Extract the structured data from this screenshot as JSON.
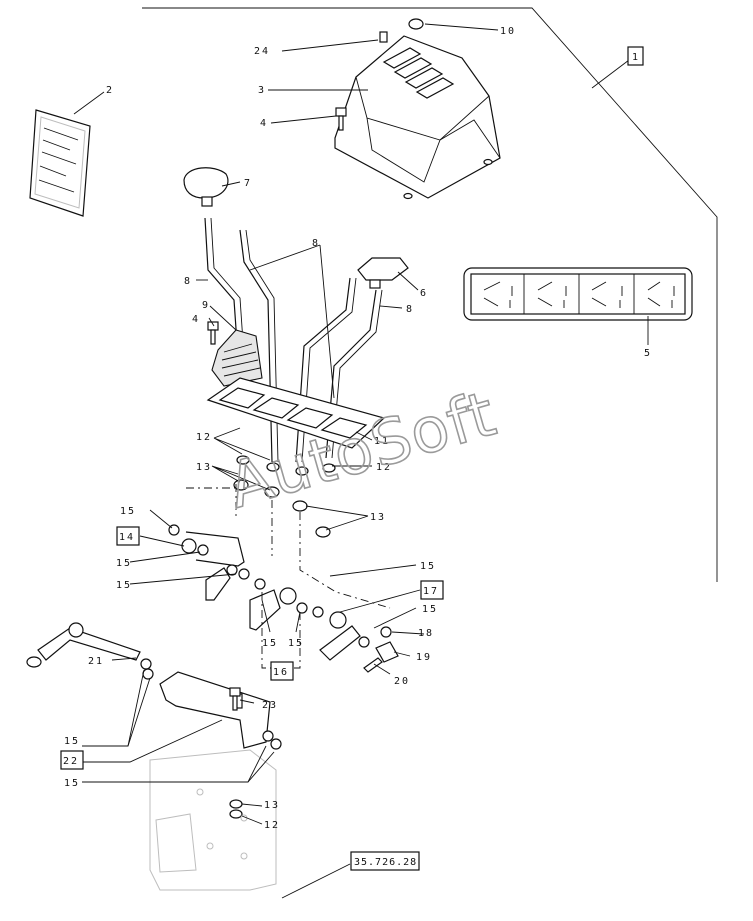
{
  "diagram": {
    "watermark": "AutoSoft",
    "reference_code": "35.726.28",
    "callouts": {
      "c1": "1",
      "c2": "2",
      "c3": "3",
      "c4a": "4",
      "c4b": "4",
      "c5": "5",
      "c6": "6",
      "c7": "7",
      "c8a": "8",
      "c8b": "8",
      "c8c": "8",
      "c9": "9",
      "c10": "10",
      "c11": "11",
      "c12a": "12",
      "c12b": "12",
      "c12c": "12",
      "c13a": "13",
      "c13b": "13",
      "c13c": "13",
      "c14": "14",
      "c15a": "15",
      "c15b": "15",
      "c15c": "15",
      "c15d": "15",
      "c15e": "15",
      "c15f": "15",
      "c15g": "15",
      "c15h": "15",
      "c15i": "15",
      "c16": "16",
      "c17": "17",
      "c18": "18",
      "c19": "19",
      "c20": "20",
      "c21": "21",
      "c22": "22",
      "c23": "23",
      "c24": "24"
    }
  }
}
